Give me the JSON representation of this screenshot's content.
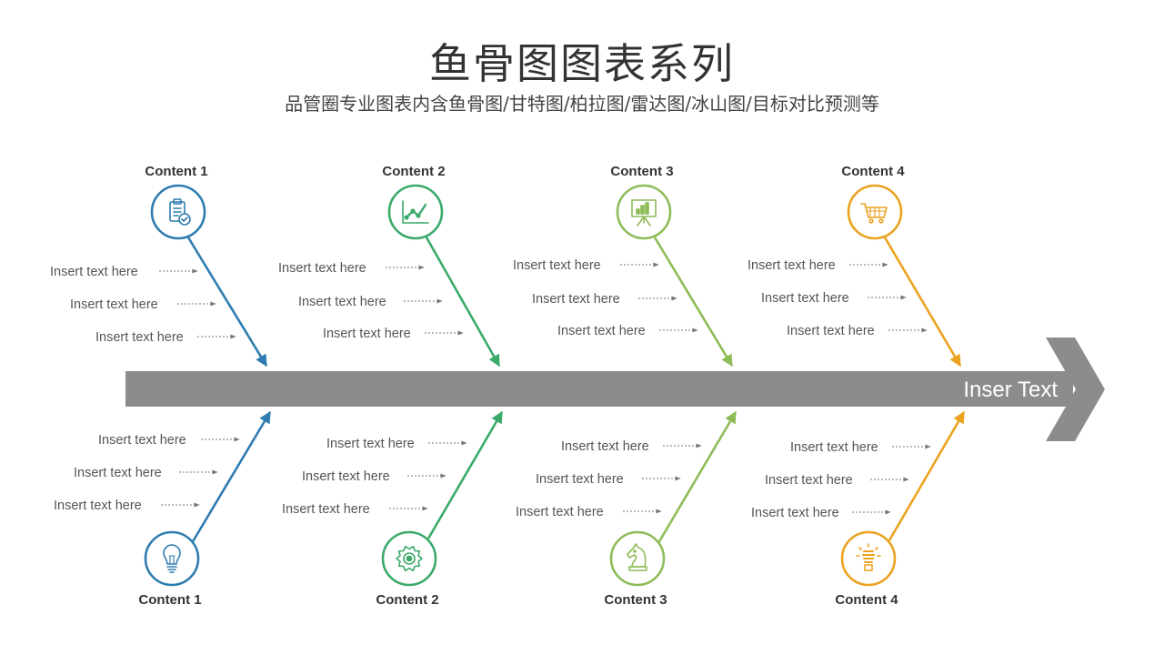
{
  "title": "鱼骨图图表系列",
  "subtitle": "品管圈专业图表内含鱼骨图/甘特图/柏拉图/雷达图/冰山图/目标对比预测等",
  "spine_label": "Inser Text",
  "colors": {
    "spine": "#8c8c8c",
    "blue": "#2e7cb0",
    "teal": "#3aaa6a",
    "green": "#8ebc58",
    "orange": "#eba21f"
  },
  "top_branches": [
    {
      "label": "Content 1",
      "icon": "clipboard-check-icon",
      "color": "blue",
      "items": [
        "Insert text here",
        "Insert text here",
        "Insert text here"
      ]
    },
    {
      "label": "Content 2",
      "icon": "line-chart-icon",
      "color": "teal",
      "items": [
        "Insert text here",
        "Insert text here",
        "Insert text here"
      ]
    },
    {
      "label": "Content 3",
      "icon": "presentation-board-icon",
      "color": "green",
      "items": [
        "Insert text here",
        "Insert text here",
        "Insert text here"
      ]
    },
    {
      "label": "Content 4",
      "icon": "shopping-cart-icon",
      "color": "orange",
      "items": [
        "Insert text here",
        "Insert text here",
        "Insert text here"
      ]
    }
  ],
  "bottom_branches": [
    {
      "label": "Content 1",
      "icon": "light-bulb-icon",
      "color": "blue",
      "items": [
        "Insert text here",
        "Insert text here",
        "Insert text here"
      ]
    },
    {
      "label": "Content 2",
      "icon": "gear-icon",
      "color": "teal",
      "items": [
        "Insert text here",
        "Insert text here",
        "Insert text here"
      ]
    },
    {
      "label": "Content 3",
      "icon": "chess-knight-icon",
      "color": "green",
      "items": [
        "Insert text here",
        "Insert text here",
        "Insert text here"
      ]
    },
    {
      "label": "Content 4",
      "icon": "energy-bulb-icon",
      "color": "orange",
      "items": [
        "Insert text here",
        "Insert text here",
        "Insert text here"
      ]
    }
  ]
}
